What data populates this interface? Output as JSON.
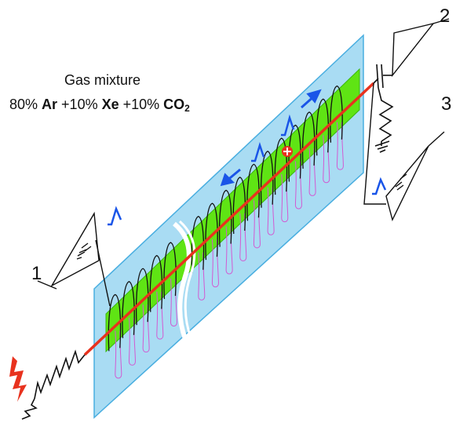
{
  "caption": {
    "line1": "Gas mixture",
    "line2_prefix": "80% ",
    "ar": "Ar",
    "mid1": " +10% ",
    "xe": "Xe",
    "mid2": " +10% ",
    "co": "CO",
    "co_sub": "2"
  },
  "labels": {
    "amp1": "1",
    "amp2": "2",
    "amp3": "3"
  },
  "colors": {
    "gas_volume": "#a9dcf3",
    "gas_volume_edge": "#49aee0",
    "strip": "#5fe414",
    "wire": "#e8321e",
    "signal": "#1a55e8",
    "lightning": "#e8321e",
    "ion": "#e8321e",
    "drift_lines": "#d25ad2"
  },
  "icons": {
    "ion_marker": "plus-circle-icon",
    "signal_pulse": "pulse-icon",
    "spark": "lightning-icon",
    "resistor": "resistor-icon",
    "ground": "ground-icon",
    "capacitor": "capacitor-icon",
    "amplifier": "amplifier-triangle-icon"
  }
}
